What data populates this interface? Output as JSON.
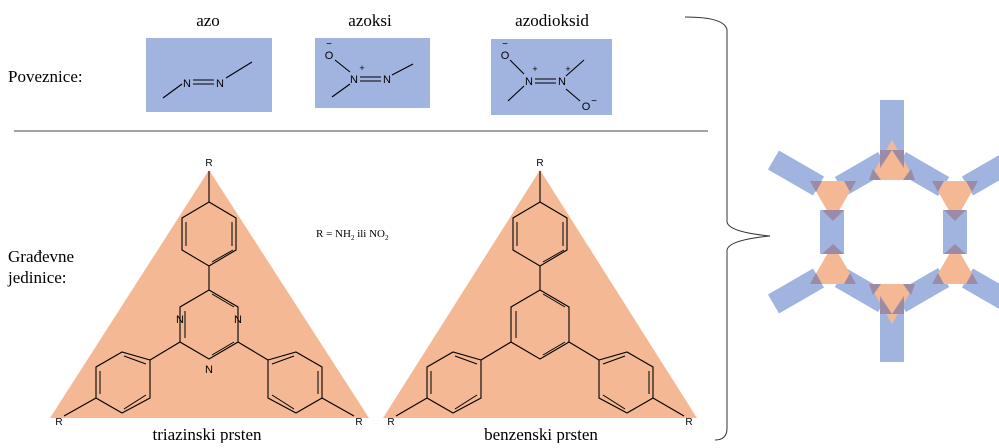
{
  "colors": {
    "linker_fill": "#a0b4df",
    "block_fill": "#f4b894",
    "overlap_fill": "#9b8ba6"
  },
  "labels": {
    "linkers": "Poveznice:",
    "blocks_line1": "Građevne",
    "blocks_line2": "jedinice:"
  },
  "linkers": [
    {
      "name": "azo"
    },
    {
      "name": "azoksi"
    },
    {
      "name": "azodioksid"
    }
  ],
  "atoms": {
    "N": "N",
    "O": "O",
    "R": "R",
    "minus": "−",
    "plus": "+"
  },
  "substituent_note": {
    "prefix": "R = NH",
    "sub1": "2",
    "mid": " ili NO",
    "sub2": "2"
  },
  "building_blocks": [
    {
      "name": "triazinski prsten"
    },
    {
      "name": "benzenski prsten"
    }
  ]
}
